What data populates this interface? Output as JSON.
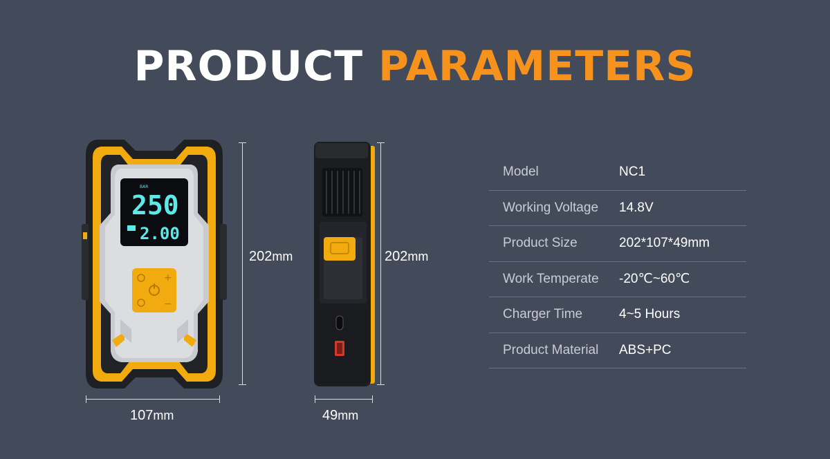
{
  "header": {
    "title_part1": "PRODUCT",
    "title_part2": "PARAMETERS"
  },
  "colors": {
    "background": "#434a5a",
    "accent": "#f7931d",
    "device_yellow": "#f2ab0f",
    "screen_digits": "#5fe8e8"
  },
  "device_front": {
    "height_value": "202",
    "height_unit": "mm",
    "width_value": "107",
    "width_unit": "mm",
    "display_main": "250",
    "display_sub": "2.00",
    "display_unit": "BAR"
  },
  "device_side": {
    "height_value": "202",
    "height_unit": "mm",
    "depth_value": "49",
    "depth_unit": "mm"
  },
  "specs": [
    {
      "label": "Model",
      "value": "NC1"
    },
    {
      "label": "Working Voltage",
      "value": "14.8V"
    },
    {
      "label": "Product Size",
      "value": "202*107*49mm"
    },
    {
      "label": "Work Temperate",
      "value": "-20℃~60℃"
    },
    {
      "label": "Charger Time",
      "value": "4~5 Hours"
    },
    {
      "label": "Product Material",
      "value": "ABS+PC"
    }
  ]
}
